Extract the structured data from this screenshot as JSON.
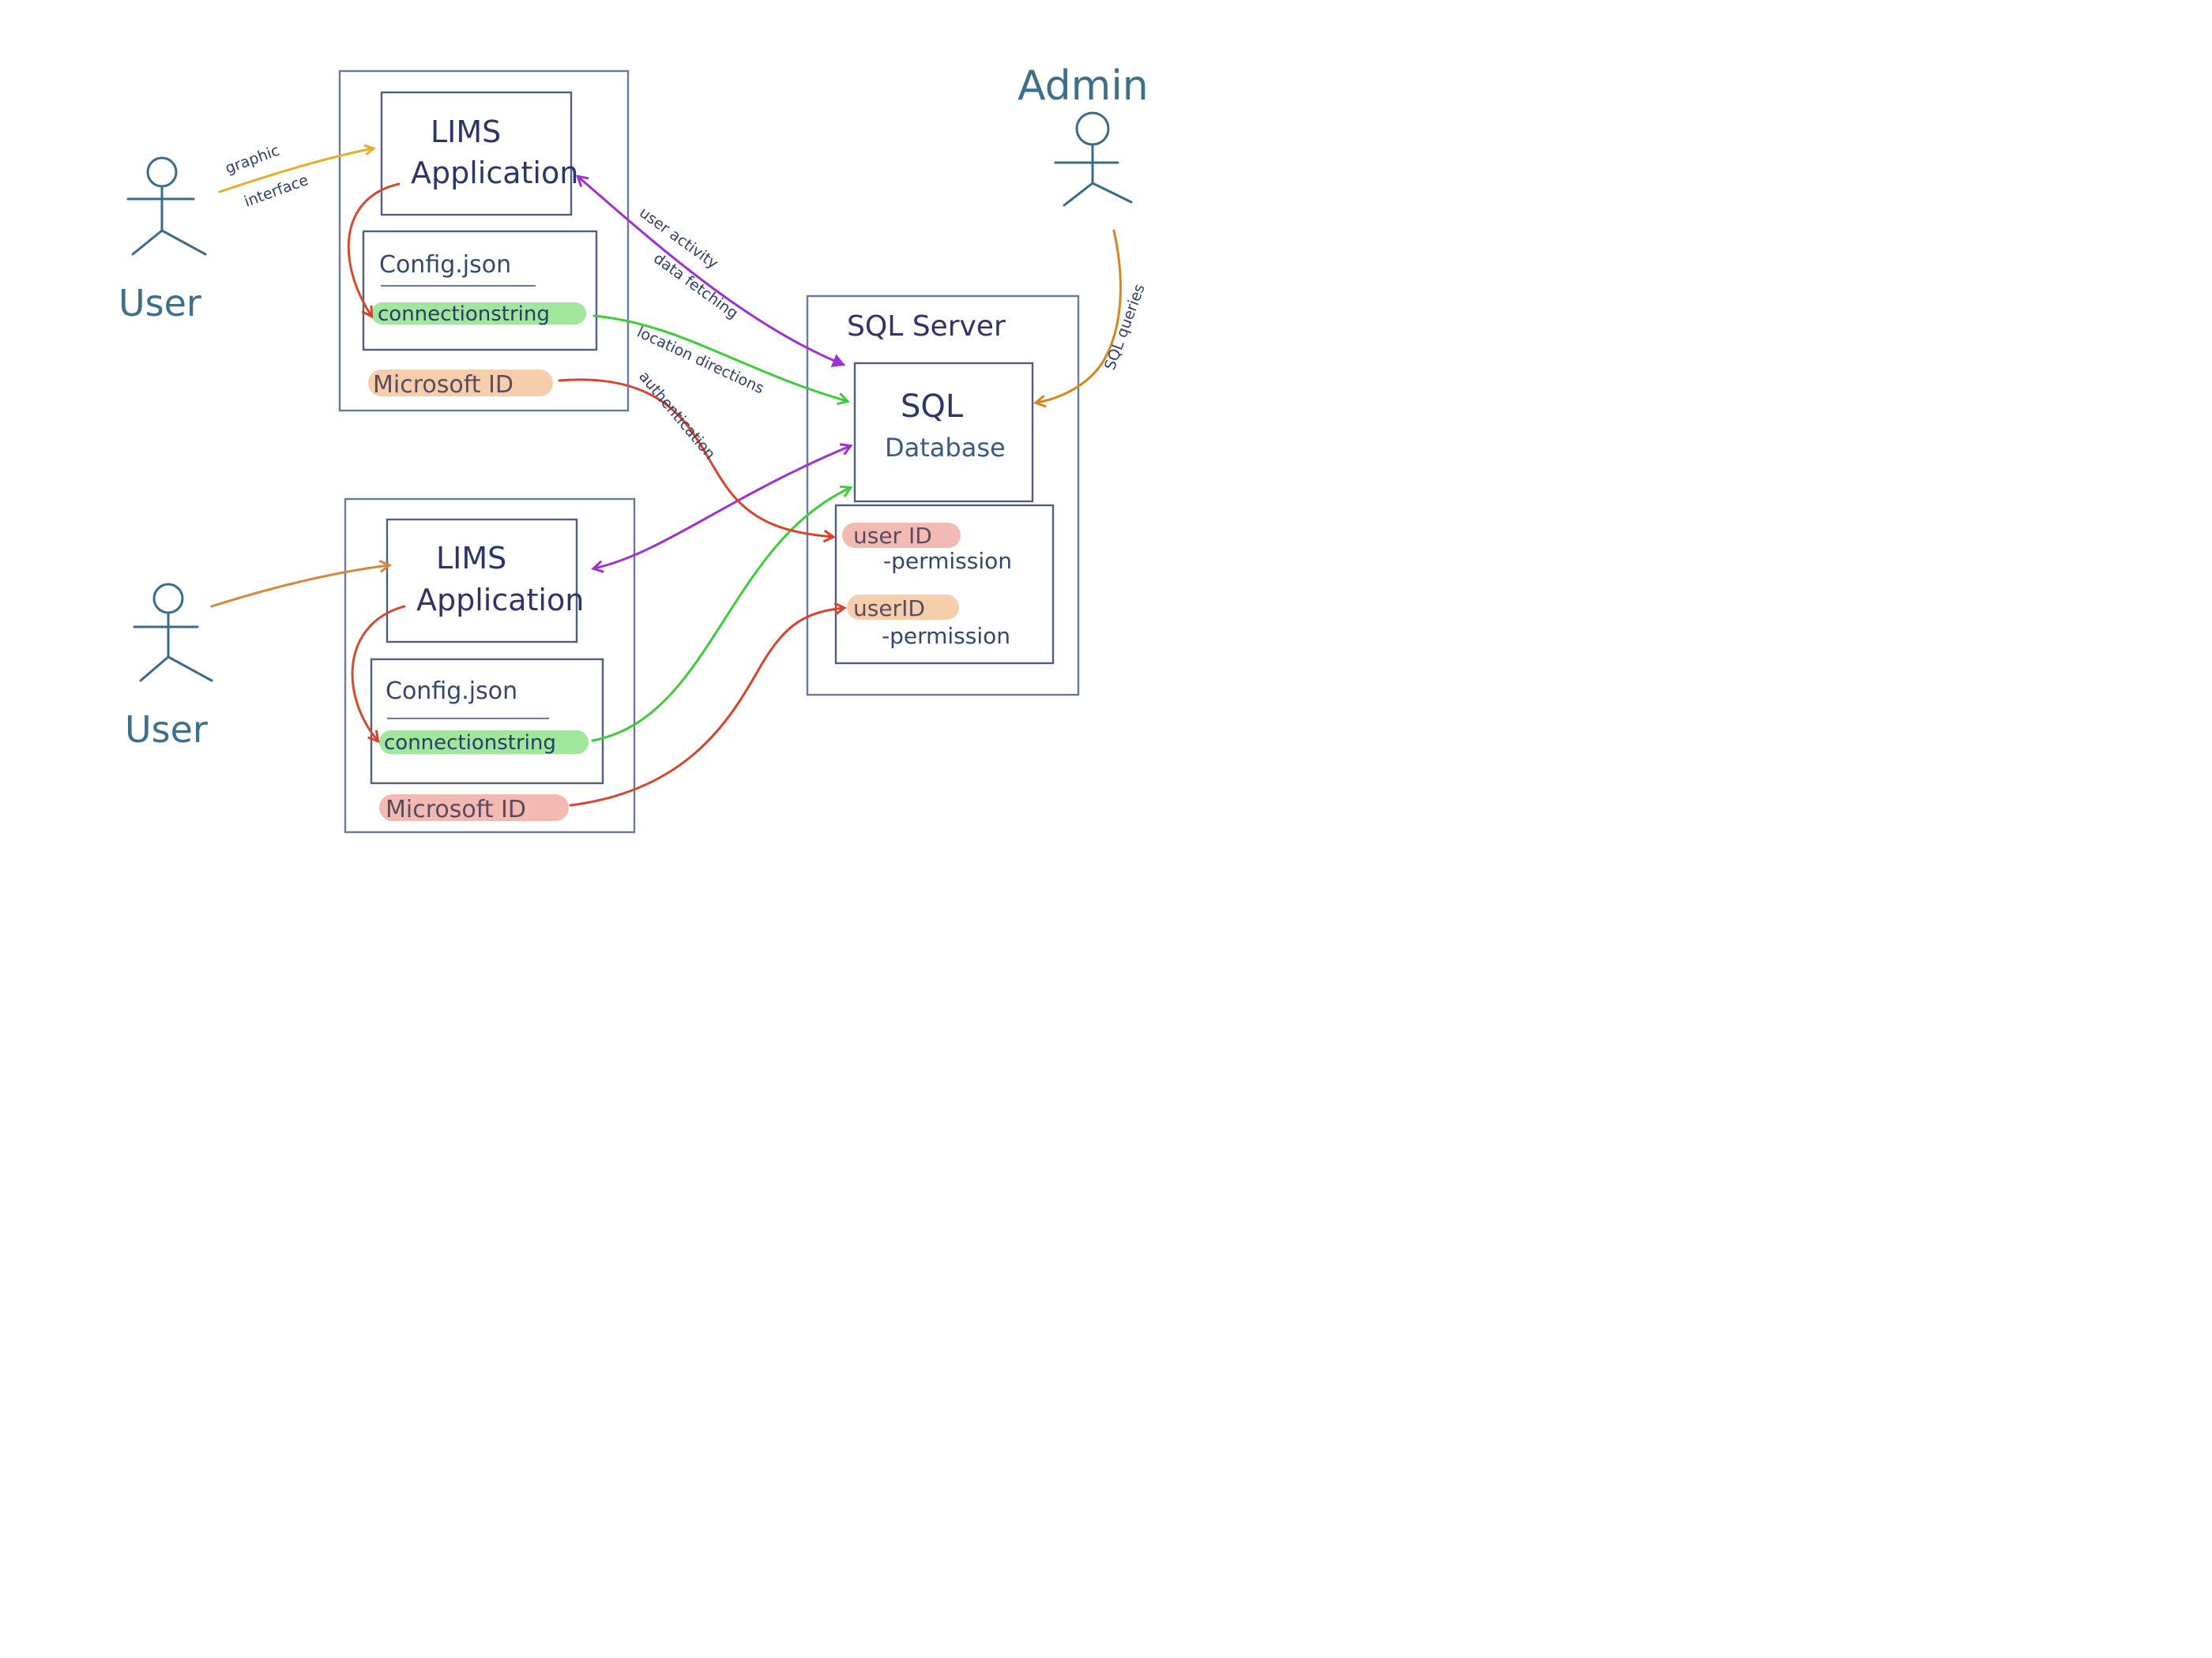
{
  "colors": {
    "graphic_interface": "#e9ac2a",
    "user_activity": "#a12fd6",
    "location_directions": "#3fcc3a",
    "authentication": "#d9432b",
    "sql_queries": "#d8861e",
    "user2_arrow": "#d8863a",
    "internal_red": "#d64a2f",
    "highlight_green": "#8fe28a",
    "highlight_orange": "#f6c9a3",
    "highlight_red": "#f2b2ab"
  },
  "actors": {
    "user_top": "User",
    "user_bottom": "User",
    "admin": "Admin"
  },
  "lims_top": {
    "app_title_line1": "LIMS",
    "app_title_line2": "Application",
    "config_label": "Config.json",
    "connection_string": "connectionstring",
    "microsoft_id": "Microsoft ID"
  },
  "lims_bottom": {
    "app_title_line1": "LIMS",
    "app_title_line2": "Application",
    "config_label": "Config.json",
    "connection_string": "connectionstring",
    "microsoft_id": "Microsoft ID"
  },
  "sql_server": {
    "title": "SQL Server",
    "db_line1": "SQL",
    "db_line2": "Database",
    "users": [
      {
        "id": "user ID",
        "permission": "-permission"
      },
      {
        "id": "userID",
        "permission": "-permission"
      }
    ]
  },
  "edge_labels": {
    "graphic": "graphic",
    "interface": "interface",
    "user_activity": "user activity",
    "data_fetching": "data fetching",
    "location_directions": "location directions",
    "authentication": "authentication",
    "sql_queries": "SQL queries"
  }
}
